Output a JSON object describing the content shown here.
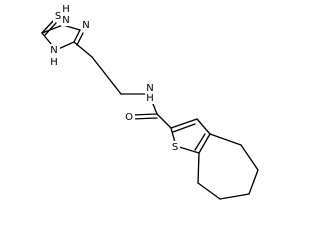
{
  "labels": {
    "S_thione": "S",
    "NH_top": "H",
    "NH_top_N": "N",
    "N_right": "N",
    "NH_left_N": "N",
    "NH_left_H": "H",
    "amide_N": "N",
    "amide_H": "H",
    "O": "O",
    "S_thiophene": "S"
  }
}
